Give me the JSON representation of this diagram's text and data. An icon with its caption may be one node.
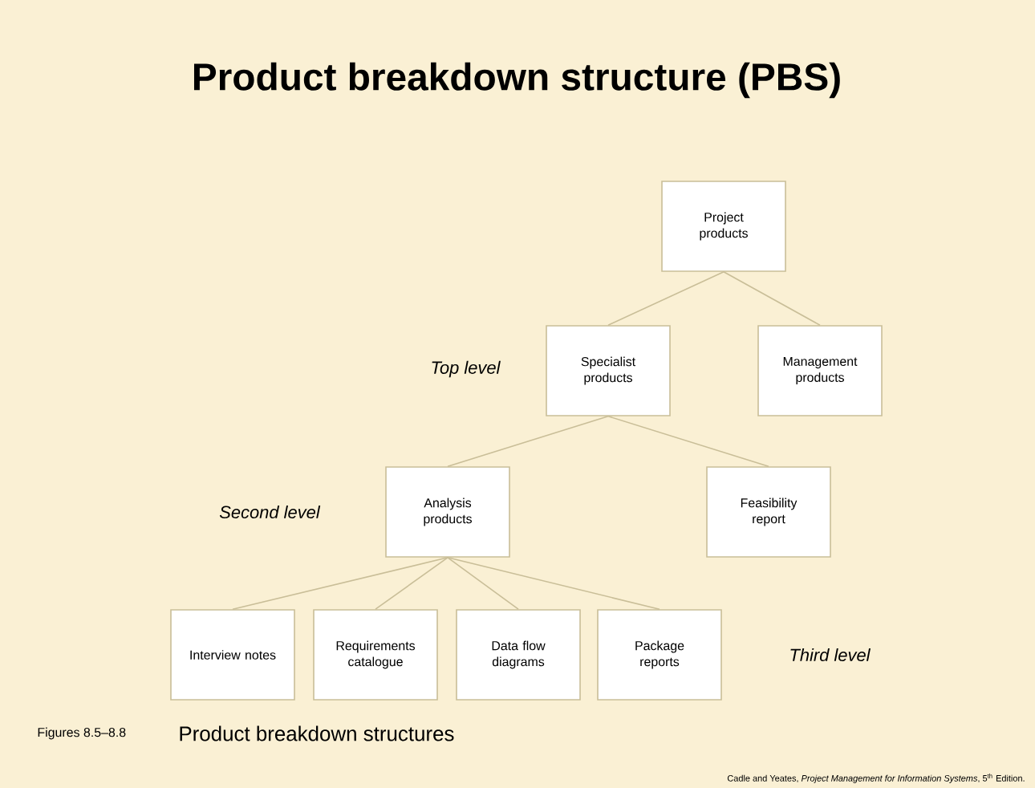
{
  "diagram": {
    "title": "Product breakdown structure (PBS)",
    "nodes": [
      {
        "text": [
          "Project products"
        ]
      },
      {
        "text": [
          "Specialist products"
        ]
      },
      {
        "text": [
          "Management products"
        ]
      },
      {
        "text": [
          "Analysis products"
        ]
      },
      {
        "text": [
          "Feasibility report"
        ]
      },
      {
        "text": [
          "Interview notes"
        ]
      },
      {
        "text": [
          "Requirements catalogue"
        ]
      },
      {
        "text": [
          "Data flow diagrams"
        ]
      },
      {
        "text": [
          "Package reports"
        ]
      }
    ],
    "edges": [
      {
        "from": 0,
        "to": 1,
        "arrow": "none"
      },
      {
        "from": 0,
        "to": 2,
        "arrow": "none"
      },
      {
        "from": 1,
        "to": 3,
        "arrow": "none"
      },
      {
        "from": 1,
        "to": 4,
        "arrow": "none"
      },
      {
        "from": 3,
        "to": 5,
        "arrow": "none"
      },
      {
        "from": 3,
        "to": 6,
        "arrow": "none"
      },
      {
        "from": 3,
        "to": 7,
        "arrow": "none"
      },
      {
        "from": 3,
        "to": 8,
        "arrow": "none"
      }
    ],
    "labels": [
      "Top level",
      "Second level",
      "Third level",
      "Figures 8.5–8.8",
      "Product breakdown structures",
      "Cadle and Yeates, *Project Management for Information Systems*, 5$^{th}$ Edition."
    ]
  }
}
